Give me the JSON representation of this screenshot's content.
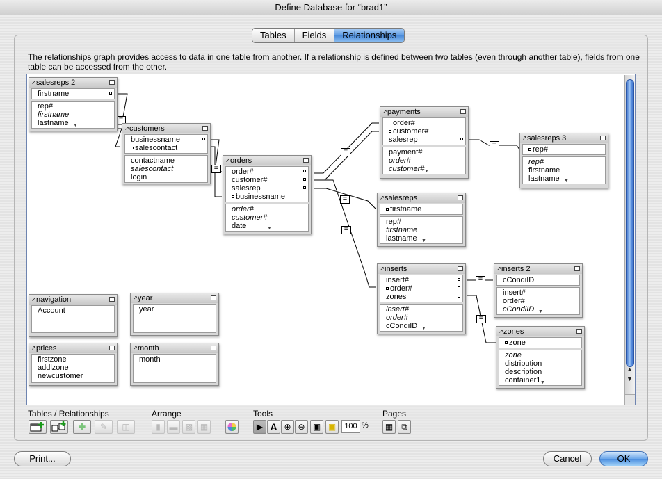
{
  "window": {
    "title": "Define Database for “brad1”"
  },
  "tabs": [
    {
      "label": "Tables"
    },
    {
      "label": "Fields"
    },
    {
      "label": "Relationships",
      "active": true
    }
  ],
  "description": "The relationships graph provides access to data in one table from another. If a relationship is defined between two tables (even through another table), fields from one table can be accessed from the other.",
  "tables": {
    "salesreps2": {
      "name": "salesreps 2",
      "keys": [
        "firstname"
      ],
      "fields": [
        "rep#",
        "firstname",
        "lastname"
      ]
    },
    "customers": {
      "name": "customers",
      "keys": [
        "businessname",
        "salescontact"
      ],
      "fields": [
        "contactname",
        "salescontact",
        "login"
      ]
    },
    "orders": {
      "name": "orders",
      "keys": [
        "order#",
        "customer#",
        "salesrep",
        "businessname"
      ],
      "fields": [
        "order#",
        "customer#",
        "date"
      ]
    },
    "payments": {
      "name": "payments",
      "keys": [
        "order#",
        "customer#",
        "salesrep"
      ],
      "fields": [
        "payment#",
        "order#",
        "customer#"
      ]
    },
    "salesreps3": {
      "name": "salesreps 3",
      "keys": [
        "rep#"
      ],
      "fields": [
        "rep#",
        "firstname",
        "lastname"
      ]
    },
    "salesreps": {
      "name": "salesreps",
      "keys": [
        "firstname"
      ],
      "fields": [
        "rep#",
        "firstname",
        "lastname"
      ]
    },
    "inserts": {
      "name": "inserts",
      "keys": [
        "insert#",
        "order#",
        "zones"
      ],
      "fields": [
        "insert#",
        "order#",
        "cCondiID"
      ]
    },
    "inserts2": {
      "name": "inserts 2",
      "keys": [
        "cCondiID"
      ],
      "fields": [
        "insert#",
        "order#",
        "cCondiID"
      ]
    },
    "zones": {
      "name": "zones",
      "keys": [
        "zone"
      ],
      "fields": [
        "zone",
        "distribution",
        "description",
        "container1"
      ]
    },
    "navigation": {
      "name": "navigation",
      "fields": [
        "Account"
      ]
    },
    "year": {
      "name": "year",
      "fields": [
        "year"
      ]
    },
    "prices": {
      "name": "prices",
      "fields": [
        "firstzone",
        "addlzone",
        "newcustomer"
      ]
    },
    "month": {
      "name": "month",
      "fields": [
        "month"
      ]
    }
  },
  "toolbar": {
    "groups": {
      "tables_relationships": "Tables / Relationships",
      "arrange": "Arrange",
      "tools": "Tools",
      "pages": "Pages"
    },
    "zoom": "100",
    "zoom_unit": "%",
    "text_tool": "A",
    "pointer": "▶"
  },
  "buttons": {
    "print": "Print...",
    "cancel": "Cancel",
    "ok": "OK"
  },
  "colors": {
    "accent": "#5d9ae2",
    "default_button": "#4c8fe0"
  }
}
